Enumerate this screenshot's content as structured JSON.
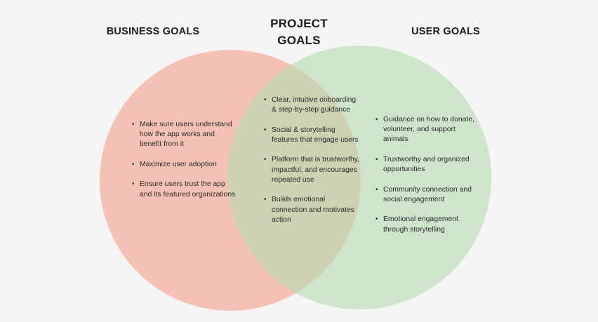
{
  "headings": {
    "business": "BUSINESS GOALS",
    "project_line1": "PROJECT",
    "project_line2": "GOALS",
    "user": "USER GOALS"
  },
  "colors": {
    "business_circle": "#f4a28c",
    "user_circle": "#b6dbb2",
    "background": "#f5f5f5"
  },
  "business_goals": [
    "Make sure users understand how the app works and benefit from it",
    "Maximize user adoption",
    "Ensure users trust the app and its featured organizations"
  ],
  "project_goals": [
    "Clear, intuitive onboarding & step-by-step guidance",
    "Social & storytelling features that engage users",
    "Platform that is trustworthy, impactful, and encourages repeated use",
    "Builds emotional connection and motivates action"
  ],
  "user_goals": [
    "Guidance on how to donate, volunteer, and support animals",
    "Trustworthy and organized opportunities",
    "Community connection and social engagement",
    "Emotional engagement through storytelling"
  ]
}
